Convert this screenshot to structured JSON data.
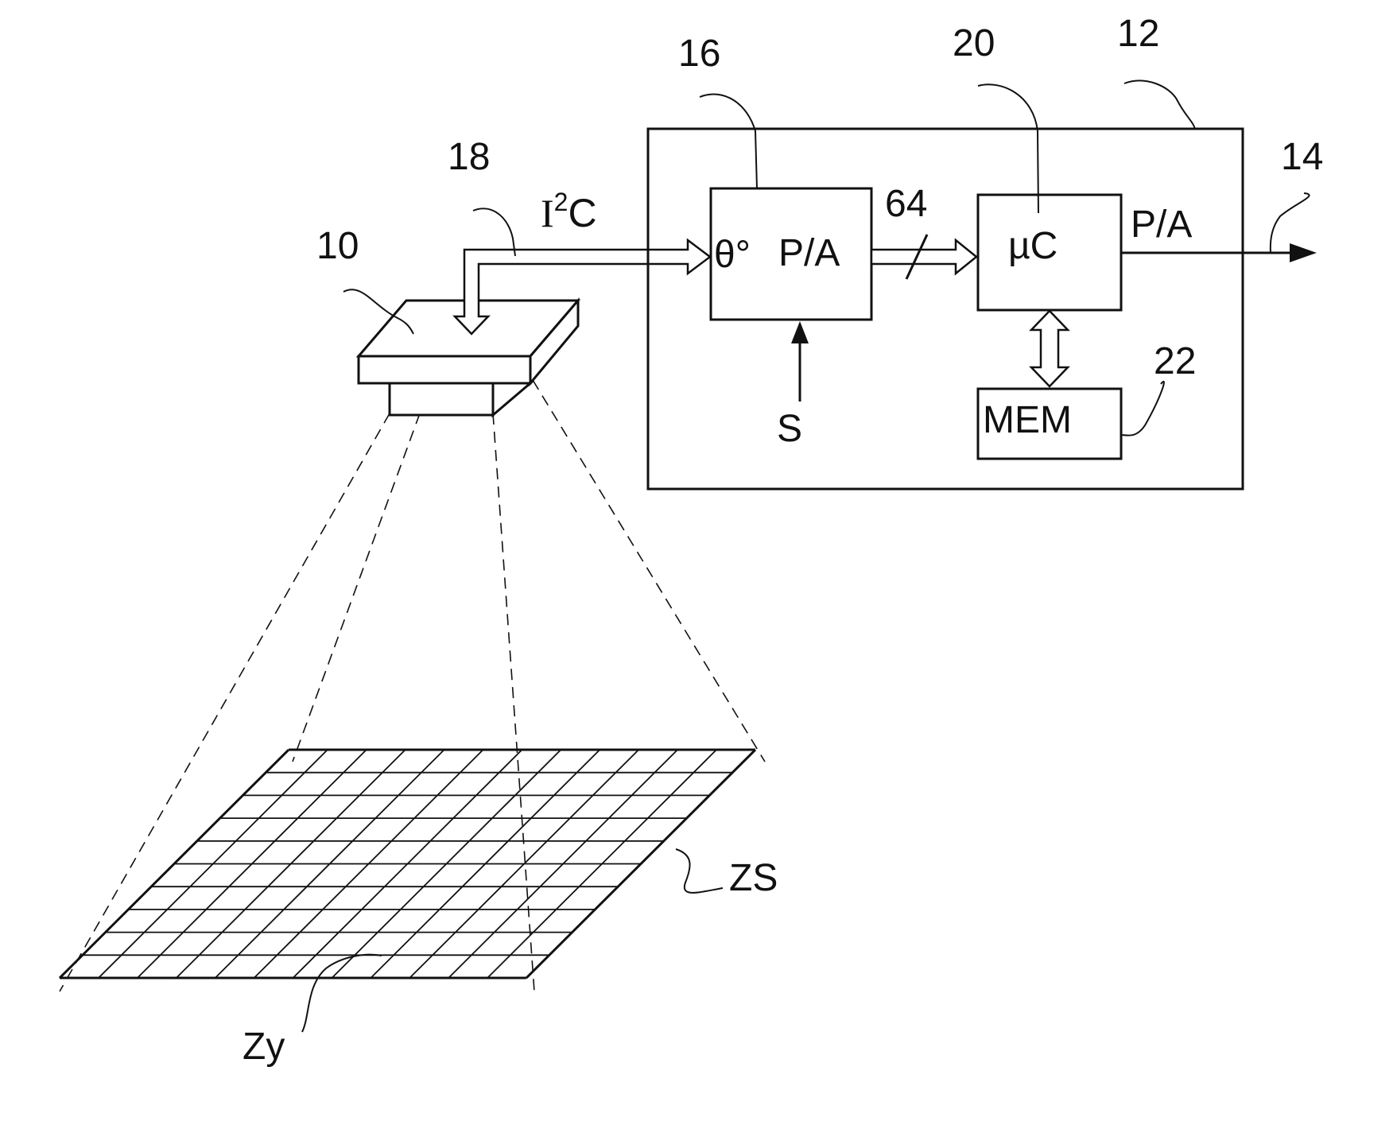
{
  "refs": {
    "sensor": "10",
    "bus": "18",
    "converter": "16",
    "micro": "20",
    "unit": "12",
    "output": "14",
    "memory": "22",
    "bus_width": "64"
  },
  "labels": {
    "i2c_main": "I",
    "i2c_sup": "2",
    "i2c_tail": "C",
    "theta": "θ°",
    "pa_in": "P/A",
    "micro": "µC",
    "pa_out": "P/A",
    "mem": "MEM",
    "signal": "S",
    "zone_surface": "ZS",
    "zone_cell": "Zy"
  },
  "grid": {
    "rows": 10,
    "cols": 12
  }
}
